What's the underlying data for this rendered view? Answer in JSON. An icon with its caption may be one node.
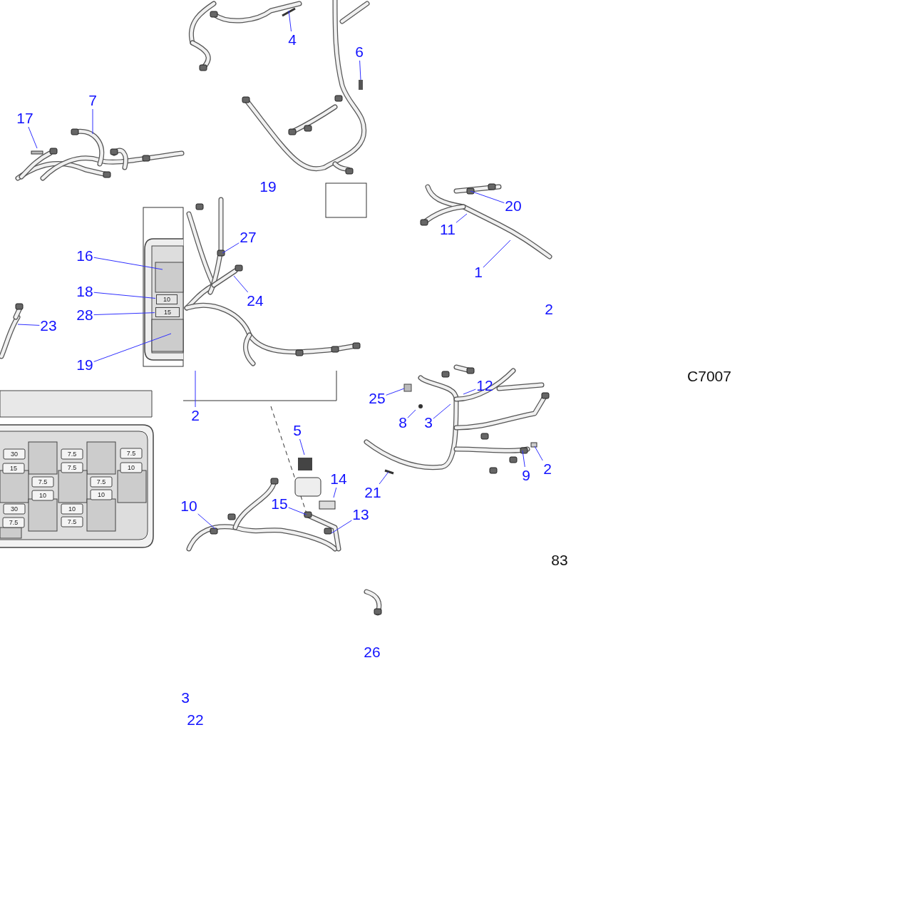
{
  "diagram": {
    "nodes": [
      {
        "text": [
          "17"
        ]
      },
      {
        "text": [
          "7"
        ]
      },
      {
        "text": [
          "4"
        ]
      },
      {
        "text": [
          "6"
        ]
      },
      {
        "text": [
          "16"
        ]
      },
      {
        "text": [
          "18"
        ]
      },
      {
        "text": [
          "28"
        ]
      },
      {
        "text": [
          "23"
        ]
      },
      {
        "text": [
          "19"
        ]
      },
      {
        "text": [
          "27"
        ]
      },
      {
        "text": [
          "24"
        ]
      },
      {
        "text": [
          "20"
        ]
      },
      {
        "text": [
          "11"
        ]
      },
      {
        "text": [
          "1"
        ]
      },
      {
        "text": [
          "25"
        ]
      },
      {
        "text": [
          "12"
        ]
      },
      {
        "text": [
          "8"
        ]
      },
      {
        "text": [
          "3"
        ]
      },
      {
        "text": [
          "9"
        ]
      },
      {
        "text": [
          "21"
        ]
      },
      {
        "text": [
          "2"
        ]
      },
      {
        "text": [
          "5"
        ]
      },
      {
        "text": [
          "14"
        ]
      },
      {
        "text": [
          "15"
        ]
      },
      {
        "text": [
          "10"
        ]
      },
      {
        "text": [
          "13"
        ]
      },
      {
        "text": [
          "2"
        ]
      },
      {
        "text": [
          "10"
        ]
      },
      {
        "text": [
          "15"
        ]
      }
    ],
    "edges": [
      {
        "from": 0,
        "to": null,
        "arrow": "none"
      },
      {
        "from": 1,
        "to": null,
        "arrow": "none"
      },
      {
        "from": 2,
        "to": null,
        "arrow": "none"
      },
      {
        "from": 3,
        "to": null,
        "arrow": "none"
      },
      {
        "from": 4,
        "to": null,
        "arrow": "none"
      },
      {
        "from": 5,
        "to": 27,
        "arrow": "none"
      },
      {
        "from": 6,
        "to": 28,
        "arrow": "none"
      },
      {
        "from": 7,
        "to": null,
        "arrow": "none"
      },
      {
        "from": 8,
        "to": null,
        "arrow": "none"
      },
      {
        "from": 9,
        "to": null,
        "arrow": "none"
      },
      {
        "from": 10,
        "to": null,
        "arrow": "none"
      },
      {
        "from": 11,
        "to": null,
        "arrow": "none"
      },
      {
        "from": 12,
        "to": null,
        "arrow": "none"
      },
      {
        "from": 13,
        "to": null,
        "arrow": "none"
      },
      {
        "from": 14,
        "to": null,
        "arrow": "none"
      },
      {
        "from": 15,
        "to": null,
        "arrow": "none"
      },
      {
        "from": 16,
        "to": null,
        "arrow": "none"
      },
      {
        "from": 17,
        "to": null,
        "arrow": "none"
      },
      {
        "from": 18,
        "to": null,
        "arrow": "none"
      },
      {
        "from": 19,
        "to": null,
        "arrow": "none"
      },
      {
        "from": 20,
        "to": null,
        "arrow": "none"
      },
      {
        "from": 21,
        "to": null,
        "arrow": "none"
      },
      {
        "from": 22,
        "to": null,
        "arrow": "none"
      },
      {
        "from": 23,
        "to": null,
        "arrow": "none"
      },
      {
        "from": 24,
        "to": null,
        "arrow": "none"
      },
      {
        "from": 25,
        "to": null,
        "arrow": "none"
      },
      {
        "from": 26,
        "to": null,
        "arrow": "none"
      }
    ],
    "labels": [
      "19",
      "C7007",
      "2",
      "30",
      "7.5",
      "7.5",
      "15",
      "7.5",
      "10",
      "7.5",
      "7.5",
      "10",
      "10",
      "30",
      "10",
      "7.5",
      "7.5",
      "83",
      "26",
      "3",
      "22"
    ]
  }
}
